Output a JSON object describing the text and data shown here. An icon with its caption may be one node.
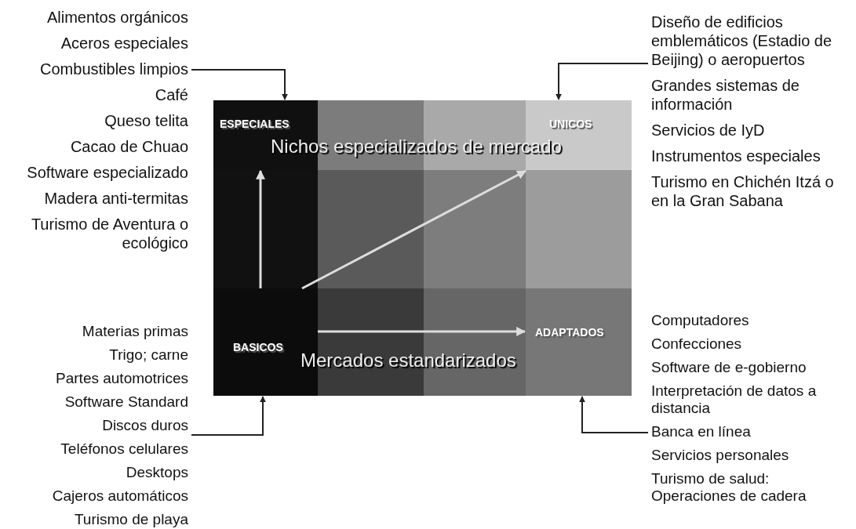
{
  "diagram": {
    "nodes": [
      {
        "text": [
          "Alimentos orgánicos",
          "Aceros especiales",
          "Combustibles limpios",
          "Café",
          "Queso telita",
          "Cacao de Chuao",
          "Software especializado",
          "Madera anti-termitas",
          "Turismo de Aventura o ecológico"
        ]
      },
      {
        "text": [
          "Diseño de edificios emblemáticos (Estadio de Beijing) o aeropuertos",
          "Grandes sistemas de información",
          "Servicios de IyD",
          "Instrumentos especiales",
          "Turismo en Chichén Itzá o en la Gran Sabana"
        ]
      },
      {
        "text": [
          "Materias primas",
          "Trigo; carne",
          "Partes automotrices",
          "Software Standard",
          "Discos duros",
          "Teléfonos celulares",
          "Desktops",
          "Cajeros automáticos",
          "Turismo de playa"
        ]
      },
      {
        "text": [
          "Computadores",
          "Confecciones",
          "Software de e-gobierno",
          "Interpretación de datos a distancia",
          "Banca en línea",
          "Servicios personales",
          "Turismo de salud: Operaciones de cadera"
        ]
      },
      {
        "text": [
          "Nichos especializados de mercado",
          "Mercados estandarizados"
        ]
      },
      {
        "text": [
          "ESPECIALES"
        ],
        "in": 4
      },
      {
        "text": [
          "UNICOS"
        ],
        "in": 4
      },
      {
        "text": [
          "BASICOS"
        ],
        "in": 4
      },
      {
        "text": [
          "ADAPTADOS"
        ],
        "in": 4
      }
    ],
    "edges": [
      {
        "from": 0,
        "to": 5,
        "arrow": "to"
      },
      {
        "from": 1,
        "to": 6,
        "arrow": "to"
      },
      {
        "from": 2,
        "to": 7,
        "arrow": "to"
      },
      {
        "from": 3,
        "to": 8,
        "arrow": "to"
      },
      {
        "from": 7,
        "to": 5,
        "arrow": "to",
        "color": "#dddddd"
      },
      {
        "from": 7,
        "to": 6,
        "arrow": "to",
        "color": "#dddddd"
      },
      {
        "from": 7,
        "to": 8,
        "arrow": "to",
        "color": "#dddddd"
      }
    ]
  }
}
